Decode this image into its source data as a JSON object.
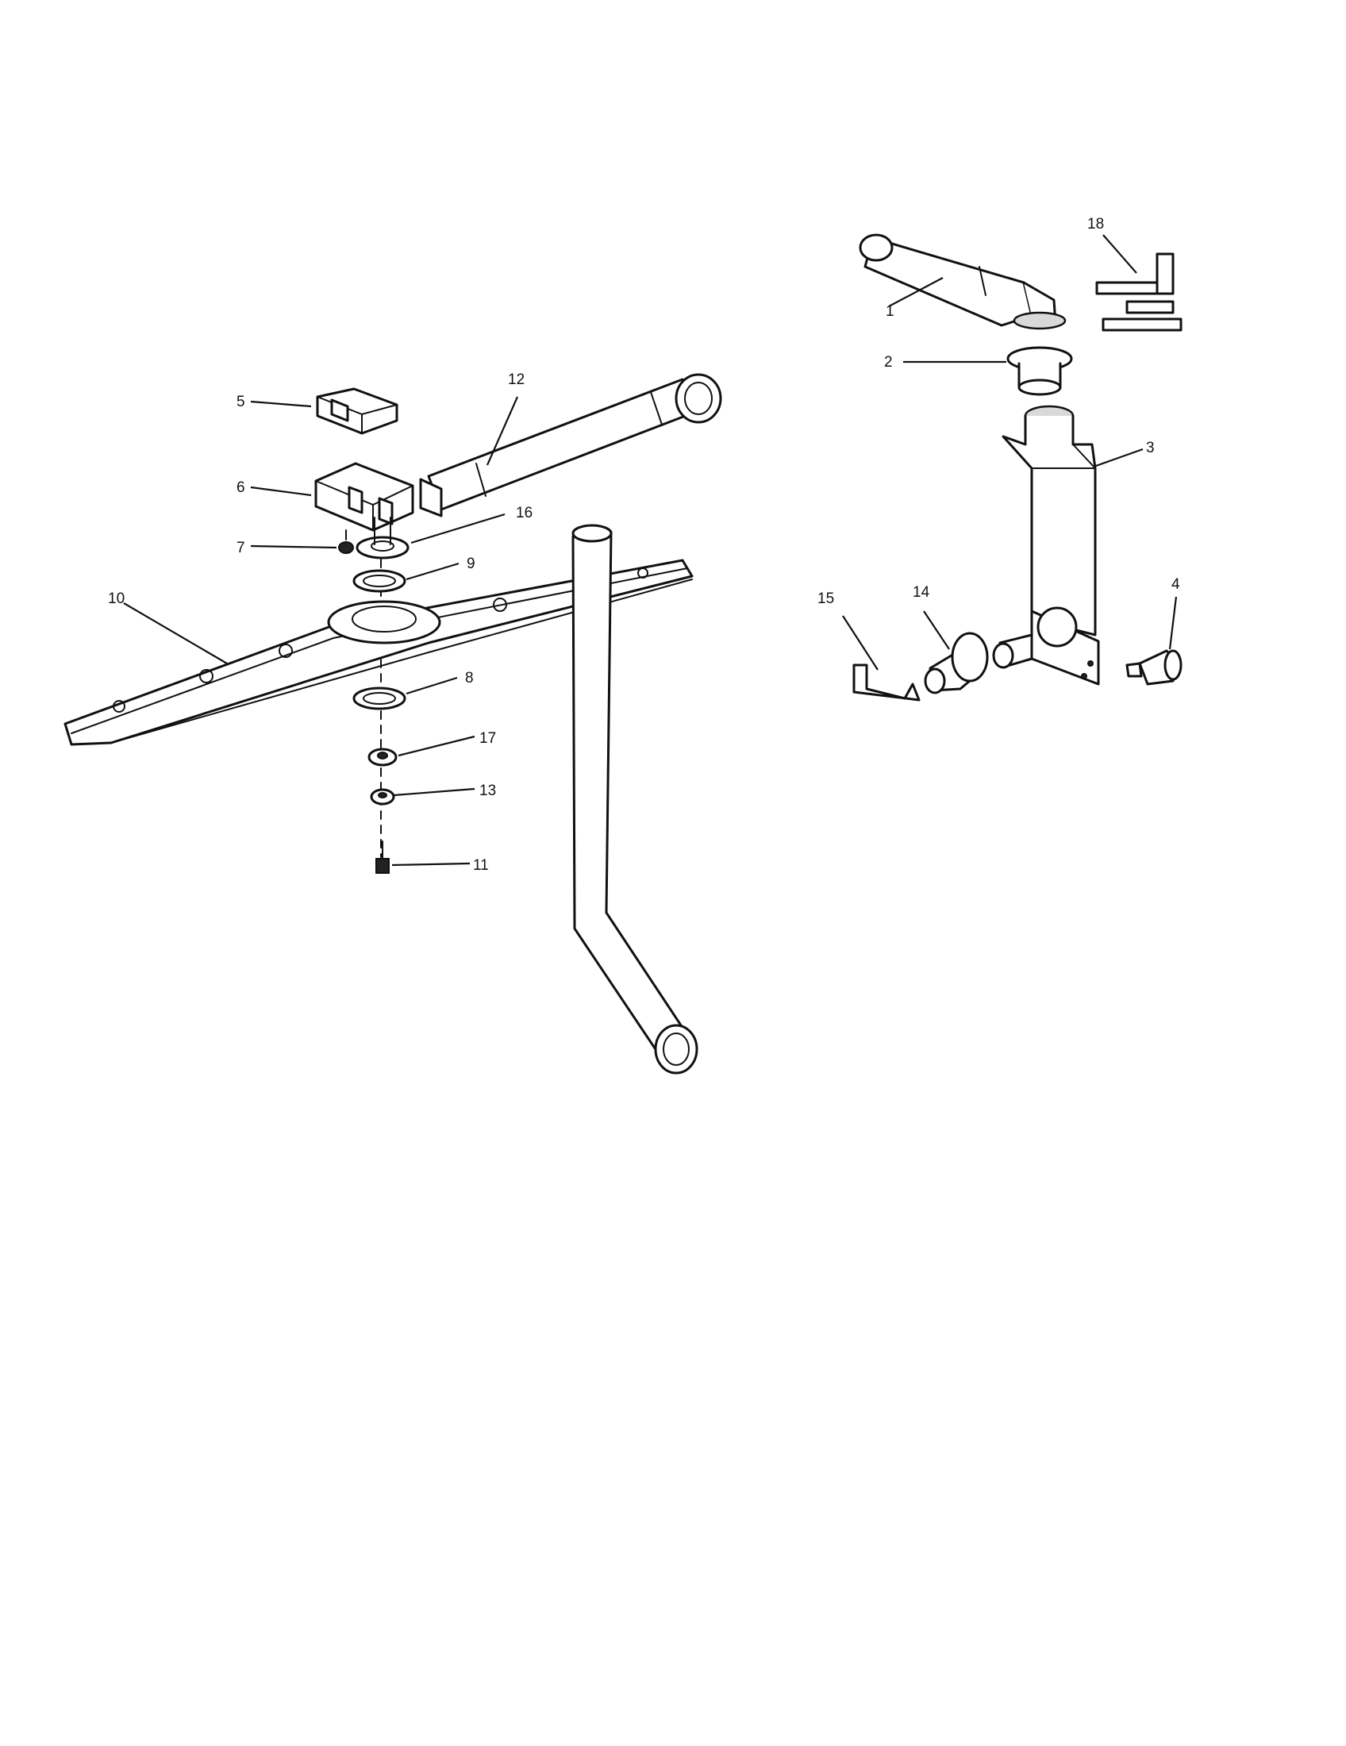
{
  "callouts": {
    "p1": "1",
    "p2": "2",
    "p3": "3",
    "p4": "4",
    "p5": "5",
    "p6": "6",
    "p7": "7",
    "p8": "8",
    "p9": "9",
    "p10": "10",
    "p11": "11",
    "p12": "12",
    "p13": "13",
    "p14": "14",
    "p15": "15",
    "p16": "16",
    "p17": "17",
    "p18": "18"
  },
  "colors": {
    "line": "#111111",
    "background": "#ffffff"
  }
}
